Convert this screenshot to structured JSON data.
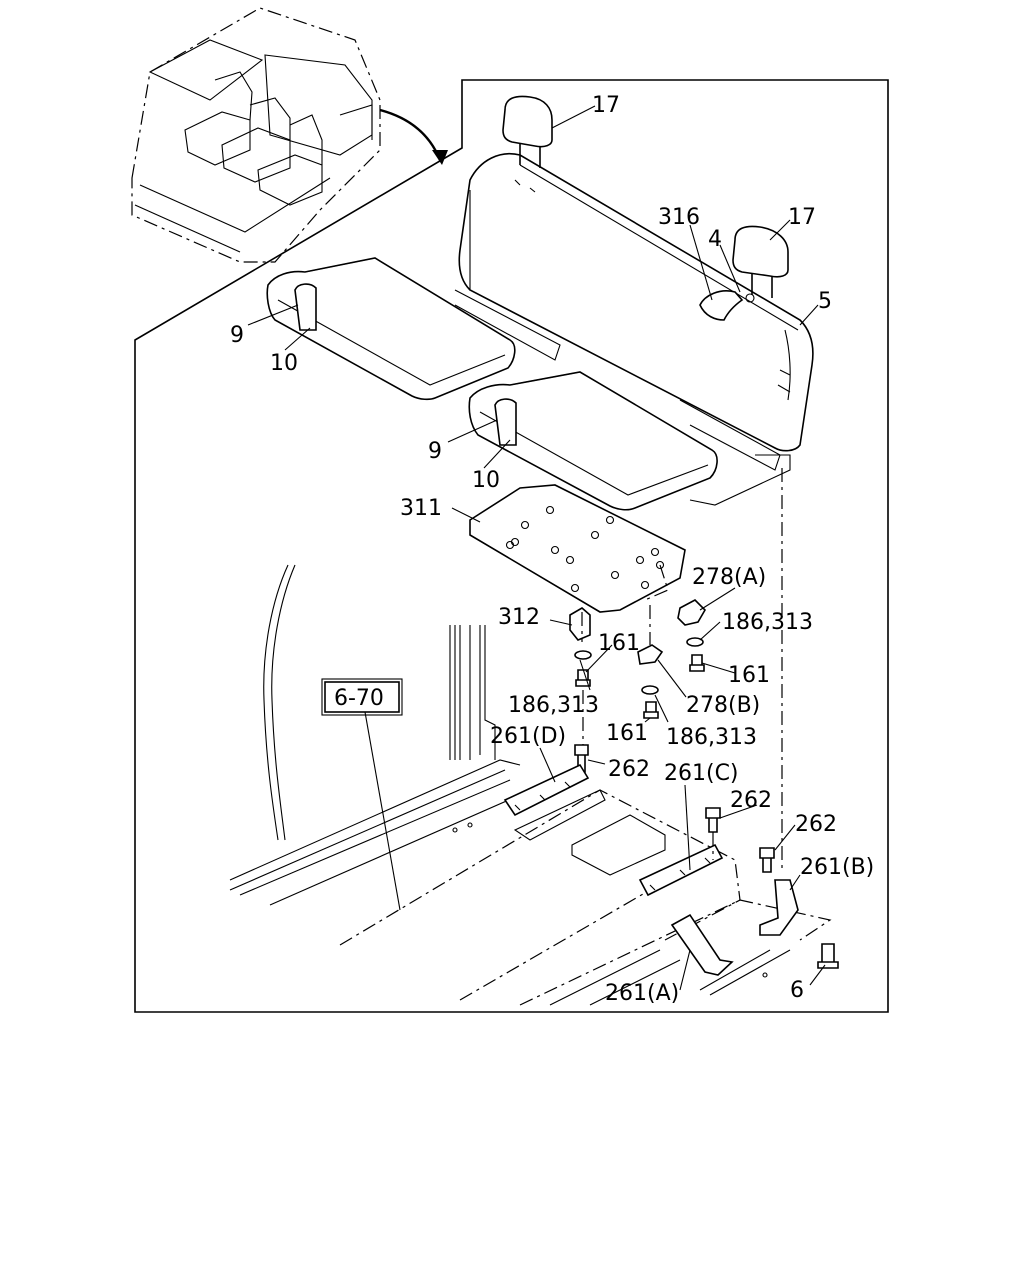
{
  "labels": {
    "l17a": "17",
    "l17b": "17",
    "l316": "316",
    "l4": "4",
    "l5": "5",
    "l9a": "9",
    "l10a": "10",
    "l9b": "9",
    "l10b": "10",
    "l311": "311",
    "l278a": "278(A)",
    "l186_313a": "186,313",
    "l312": "312",
    "l161a": "161",
    "l161b": "161",
    "l186_313b": "186,313",
    "l278b": "278(B)",
    "l161c": "161",
    "l186_313c": "186,313",
    "l261d": "261(D)",
    "l262a": "262",
    "l261c": "261(C)",
    "l262b": "262",
    "l262c": "262",
    "l261b": "261(B)",
    "l261a": "261(A)",
    "l6": "6"
  },
  "reference_box": "6-70"
}
